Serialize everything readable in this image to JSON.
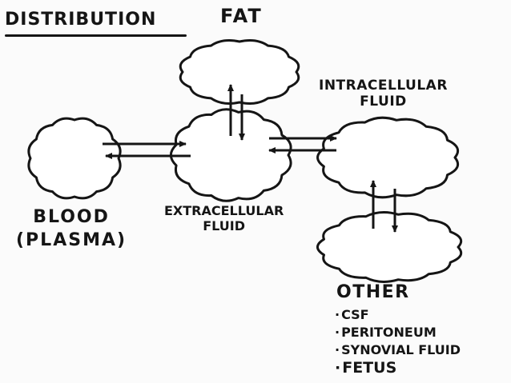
{
  "title": "DISTRIBUTION",
  "compartments": {
    "fat": "FAT",
    "intracellular": [
      "INTRACELLULAR",
      "FLUID"
    ],
    "blood": [
      "BLOOD",
      "(PLASMA)"
    ],
    "extracellular": [
      "EXTRACELLULAR",
      "FLUID"
    ],
    "other": "OTHER"
  },
  "other_items": [
    "CSF",
    "PERITONEUM",
    "SYNOVIAL FLUID",
    "FETUS"
  ],
  "colors": {
    "ink": "#151515",
    "background": "#fbfbfb"
  }
}
